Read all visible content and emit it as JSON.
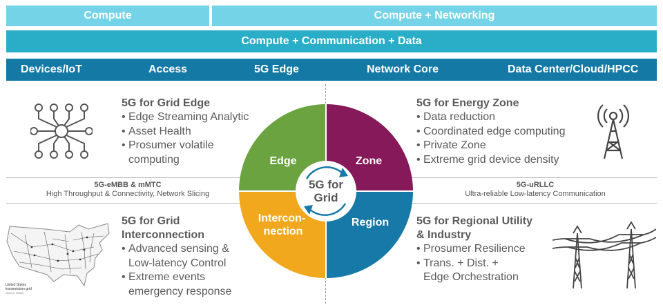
{
  "top_bars": {
    "compute": "Compute",
    "compute_networking": "Compute + Networking",
    "ccd": "Compute + Communication + Data"
  },
  "layers": [
    "Devices/IoT",
    "Access",
    "5G Edge",
    "Network Core",
    "Data Center/Cloud/HPCC"
  ],
  "quadrants": {
    "grid_edge": {
      "title": "5G for Grid Edge",
      "items": [
        "Edge Streaming Analytic",
        "Asset Health",
        "Prosumer volatile",
        "computing"
      ]
    },
    "energy_zone": {
      "title": "5G for Energy Zone",
      "items": [
        "Data reduction",
        "Coordinated edge computing",
        "Private Zone",
        "Extreme grid device density"
      ]
    },
    "grid_interconnection": {
      "title_line1": "5G for Grid",
      "title_line2": "Interconnection",
      "items": [
        "Advanced sensing &",
        "Low-latency Control",
        "Extreme events",
        "emergency response"
      ]
    },
    "regional_utility": {
      "title_line1": "5G for Regional Utility",
      "title_line2": "& Industry",
      "items": [
        "Prosumer Resilience",
        "Trans. + Dist. +",
        "Edge Orchestration"
      ]
    }
  },
  "bands": {
    "left_title": "5G-eMBB & mMTC",
    "left_sub": "High Throughput & Connectivity, Network Slicing",
    "right_title": "5G-uRLLC",
    "right_sub": "Ultra-reliable Low-latency Communication"
  },
  "circle": {
    "edge": "Edge",
    "zone": "Zone",
    "interconnection_line1": "Intercon-",
    "interconnection_line2": "nection",
    "region": "Region",
    "center_line1": "5G for",
    "center_line2": "Grid",
    "colors": {
      "edge": "#6aa33f",
      "zone": "#85195a",
      "interconnection": "#f2a81c",
      "region": "#1679a7"
    }
  },
  "map_caption": [
    "United States",
    "transmission grid",
    "Source: FEMA"
  ],
  "icons": [
    "iot-network-icon",
    "radio-tower-icon",
    "us-grid-map",
    "transmission-tower-icon"
  ]
}
